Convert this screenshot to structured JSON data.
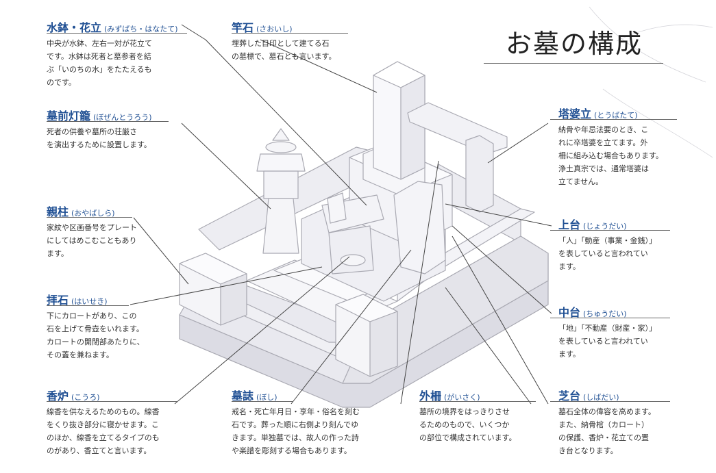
{
  "title": "お墓の構成",
  "parts": [
    {
      "id": "mizubachi",
      "title": "水鉢・花立",
      "reading": "(みずばち・はなたて)",
      "desc": "中央が水鉢、左右一対が花立て\nです。水鉢は死者と墓参者を結\nぶ「いのちの水」をたたえるも\nのです。"
    },
    {
      "id": "touro",
      "title": "墓前灯籠",
      "reading": "(ぼぜんとうろう)",
      "desc": "死者の供養や墓所の荘厳さ\nを演出するために設置します。"
    },
    {
      "id": "oyabashira",
      "title": "親柱",
      "reading": "(おやばしら)",
      "desc": "家紋や区画番号をプレート\nにしてはめこむこともあり\nます。"
    },
    {
      "id": "haiseki",
      "title": "拝石",
      "reading": "(はいせき)",
      "desc": "下にカロートがあり、この\n石を上げて骨壺をいれます。\nカロートの開閉部あたりに、\nその蓋を兼ねます。"
    },
    {
      "id": "kouro",
      "title": "香炉",
      "reading": "(こうろ)",
      "desc": "線香を供なえるためのもの。線香\nをくり抜き部分に寝かせます。こ\nのほか、線香を立てるタイプのも\nのがあり、香立てと言います。"
    },
    {
      "id": "saoishi",
      "title": "竿石",
      "reading": "(さおいし)",
      "desc": "埋葬した目印として建てる石\nの墓標で、墓石とも言います。"
    },
    {
      "id": "boshi",
      "title": "墓誌",
      "reading": "(ぼし)",
      "desc": "戒名・死亡年月日・享年・俗名を刻む\n石です。葬った順に右側より刻んでゆ\nきます。単独墓では、故人の作った詩\nや楽譜を彫刻する場合もあります。"
    },
    {
      "id": "sotosaku",
      "title": "外柵",
      "reading": "(がいさく)",
      "desc": "墓所の境界をはっきりさせ\nるためのもので、いくつか\nの部位で構成されています。"
    },
    {
      "id": "toubatate",
      "title": "塔婆立",
      "reading": "(とうばたて)",
      "desc": "納骨や年忌法要のとき、こ\nれに卒塔婆を立てます。外\n柵に組み込む場合もあります。\n浄土真宗では、通常塔婆は\n立てません。"
    },
    {
      "id": "joudai",
      "title": "上台",
      "reading": "(じょうだい)",
      "desc": "「人」「動産（事業・金銭）」\nを表していると言われてい\nます。"
    },
    {
      "id": "chudai",
      "title": "中台",
      "reading": "(ちゅうだい)",
      "desc": "「地」「不動産（財産・家）」\nを表していると言われてい\nます。"
    },
    {
      "id": "shibadai",
      "title": "芝台",
      "reading": "(しばだい)",
      "desc": "墓石全体の偉容を高めます。\nまた、納骨棺（カロート）\nの保護、香炉・花立ての置\nき台となります。"
    }
  ]
}
